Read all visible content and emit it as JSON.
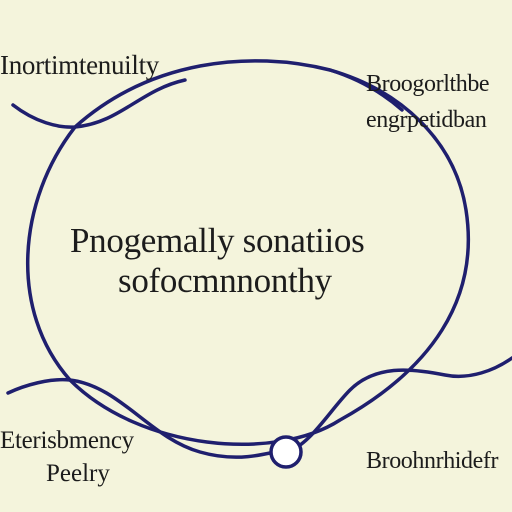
{
  "colors": {
    "background": "#f4f4dc",
    "stroke": "#1f1f6e",
    "text": "#1c1c1c",
    "node_fill": "#ffffff"
  },
  "labels": {
    "top_left": "Inortimtenuilty",
    "top_right_line1": "Broogorlthbe",
    "top_right_line2": "engrpetidban",
    "center_line1": "Pnogemally sonatiios",
    "center_line2": "sofocmnnonthy",
    "bottom_left_line1": "Eterisbmency",
    "bottom_left_line2": "Peelry",
    "bottom_right": "Broohnrhidefr"
  }
}
